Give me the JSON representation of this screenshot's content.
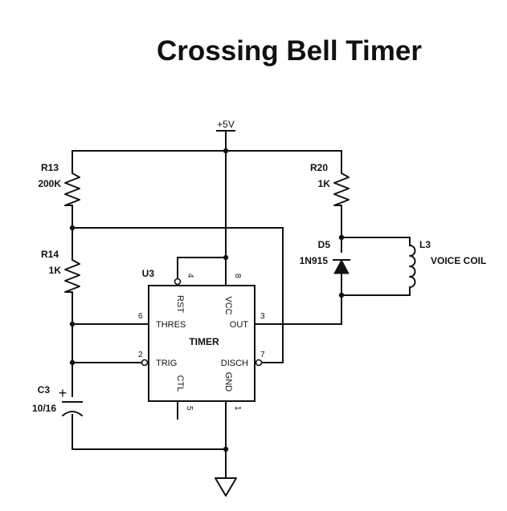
{
  "title": "Crossing Bell Timer",
  "supply_label": "+5V",
  "components": {
    "r13": {
      "ref": "R13",
      "value": "200K"
    },
    "r14": {
      "ref": "R14",
      "value": "1K"
    },
    "r20": {
      "ref": "R20",
      "value": "1K"
    },
    "c3": {
      "ref": "C3",
      "value": "10/16",
      "polarity": "+"
    },
    "d5": {
      "ref": "D5",
      "value": "1N915"
    },
    "l3": {
      "ref": "L3",
      "value": "VOICE COIL"
    },
    "u3": {
      "ref": "U3",
      "name": "TIMER",
      "pins": {
        "rst": {
          "name": "RST",
          "num": "4"
        },
        "vcc": {
          "name": "VCC",
          "num": "8"
        },
        "thres": {
          "name": "THRES",
          "num": "6"
        },
        "out": {
          "name": "OUT",
          "num": "3"
        },
        "trig": {
          "name": "TRIG",
          "num": "2"
        },
        "disch": {
          "name": "DISCH",
          "num": "7"
        },
        "ctl": {
          "name": "CTL",
          "num": "5"
        },
        "gnd": {
          "name": "GND",
          "num": "1"
        }
      }
    }
  }
}
